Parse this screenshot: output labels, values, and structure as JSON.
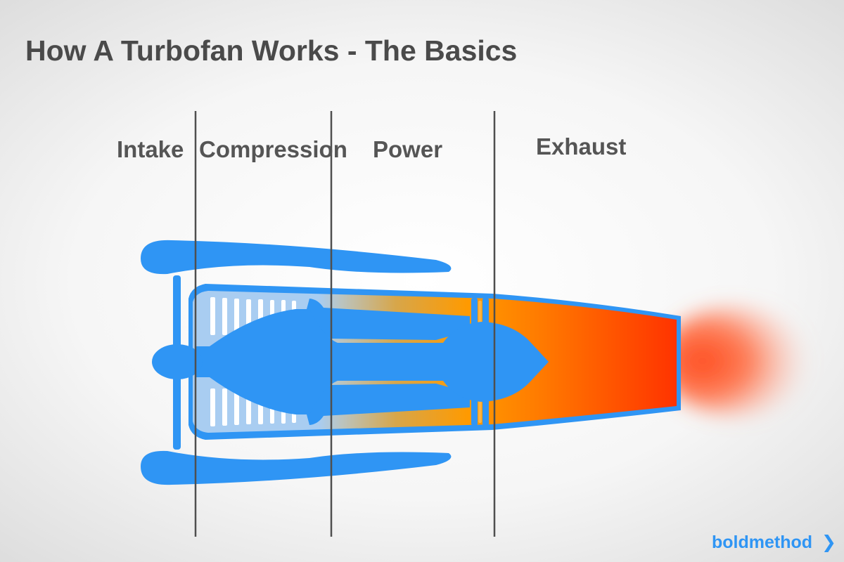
{
  "title": "How A Turbofan Works - The Basics",
  "stages": [
    "Intake",
    "Compression",
    "Power",
    "Exhaust"
  ],
  "brand": {
    "name": "boldmethod",
    "arrow": "❯"
  },
  "colors": {
    "engine_blue": "#2f95f4",
    "compressor_light_blue": "#a9cdf1",
    "hot_orange": "#ff9a00",
    "exhaust_red": "#ff3300",
    "text_gray": "#4a4a4a"
  }
}
